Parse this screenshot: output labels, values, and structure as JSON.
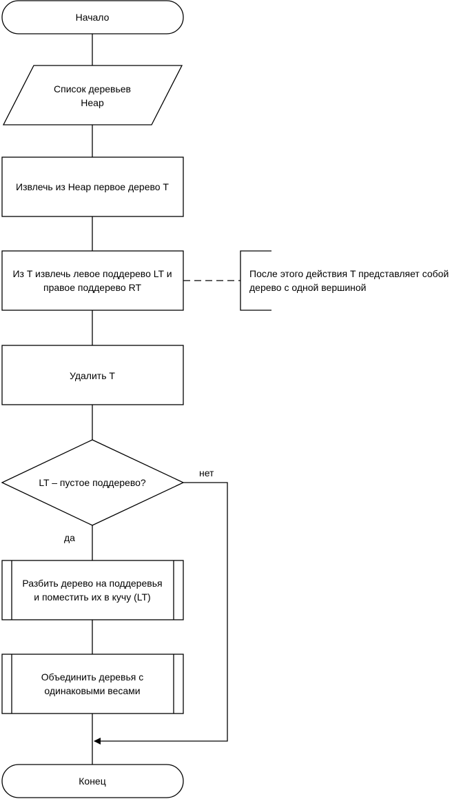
{
  "flowchart": {
    "start": "Начало",
    "input": [
      "Список деревьев",
      "Heap"
    ],
    "step_extract": "Извлечь из Heap первое дерево T",
    "step_split": [
      "Из T извлечь левое поддерево LT и",
      "правое поддерево RT"
    ],
    "comment": [
      "После этого действия T представляет собой",
      "дерево с одной вершиной"
    ],
    "step_delete": "Удалить T",
    "decision": "LT – пустое поддерево?",
    "label_no": "нет",
    "label_yes": "да",
    "subprocess_split": [
      "Разбить дерево на поддеревья",
      "и поместить их в кучу (LT)"
    ],
    "subprocess_merge": [
      "Объединить деревья с",
      "одинаковыми весами"
    ],
    "end": "Конец"
  }
}
